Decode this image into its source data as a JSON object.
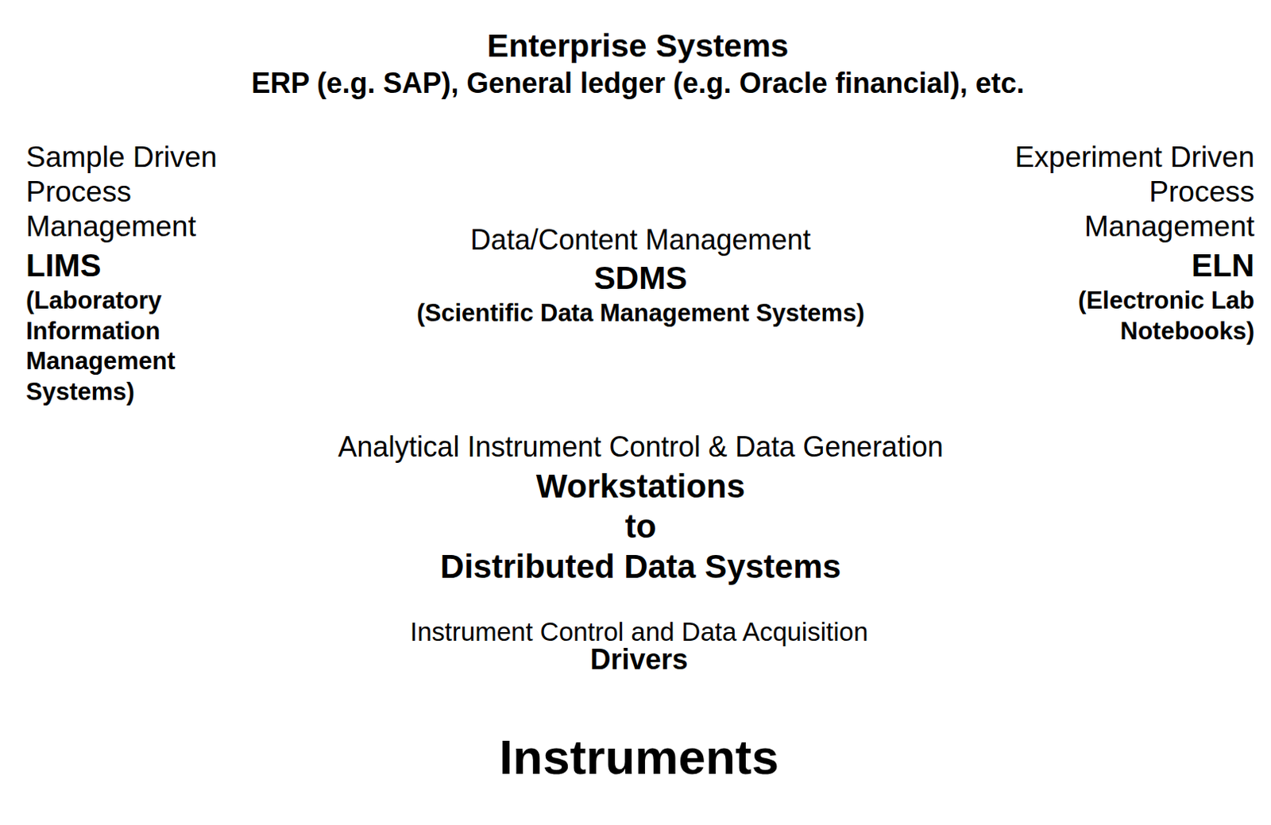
{
  "diagram": {
    "nodes": [
      {
        "text": [
          "Enterprise Systems",
          "ERP (e.g. SAP), General ledger (e.g. Oracle financial), etc."
        ]
      },
      {
        "text": [
          "Sample Driven Process Management",
          "LIMS",
          "(Laboratory Information Management Systems)"
        ]
      },
      {
        "text": [
          "Data/Content Management",
          "SDMS",
          "(Scientific Data Management Systems)"
        ]
      },
      {
        "text": [
          "Experiment Driven Process Management",
          "ELN",
          "(Electronic Lab Notebooks)"
        ]
      },
      {
        "text": [
          "Analytical Instrument Control & Data Generation",
          "Workstations to Distributed Data Systems"
        ]
      },
      {
        "text": [
          "Instrument Control and Data Acquisition",
          "Drivers"
        ]
      },
      {
        "text": [
          "Instruments"
        ]
      }
    ]
  }
}
